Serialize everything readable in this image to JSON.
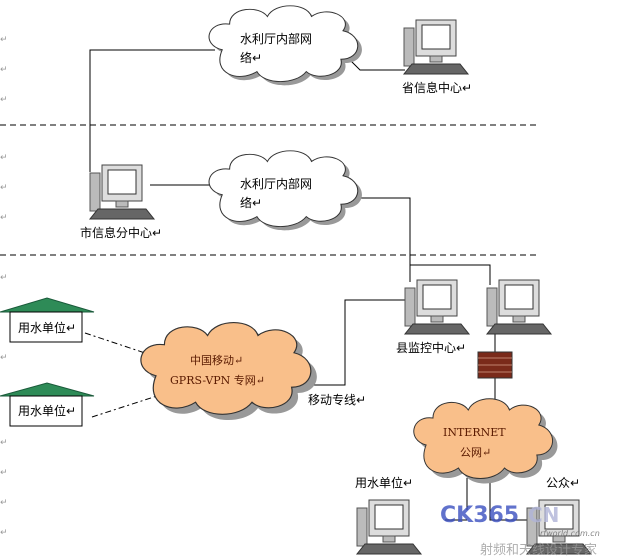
{
  "clouds": {
    "top": [
      "水利厅内部网",
      "络↵"
    ],
    "middle": [
      "水利厅内部网",
      "络↵"
    ],
    "gprs": [
      "中国移动↵",
      "GPRS-VPN 专网↵"
    ],
    "internet": [
      "INTERNET",
      "公网↵"
    ]
  },
  "nodes": {
    "province": "省信息中心↵",
    "city": "市信息分中心↵",
    "county": "县监控中心↵",
    "water_user_1": "用水单位↵",
    "water_user_2": "用水单位↵",
    "water_user_pc": "用水单位↵",
    "public": "公众↵"
  },
  "links": {
    "mobile_line": "移动专线↵"
  },
  "paragraph_mark": "↵",
  "watermark": {
    "logo": "CK365",
    "sub": "射频和天线设计专家",
    "url": "rfworld.com.cn"
  },
  "colors": {
    "orange_cloud": "#f9bf8a",
    "house_roof": "#2e8b57",
    "firewall": "#7a2a1a"
  }
}
